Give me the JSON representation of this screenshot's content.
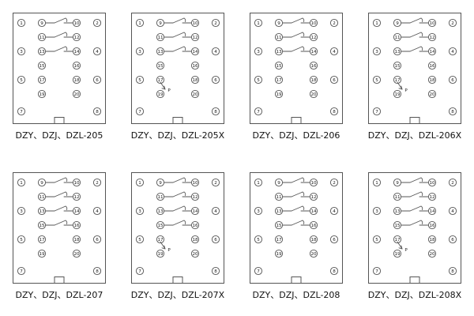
{
  "sheet": {
    "background": "#ffffff",
    "line_color": "#555555",
    "text_color": "#111111"
  },
  "layout": {
    "rows": [
      {
        "left_outer": "1",
        "left_inner": "9",
        "right_inner": "10",
        "right_outer": "2"
      },
      {
        "left_inner": "11",
        "right_inner": "12"
      },
      {
        "left_outer": "3",
        "left_inner": "13",
        "right_inner": "14",
        "right_outer": "4"
      },
      {
        "left_inner": "15",
        "right_inner": "16"
      },
      {
        "left_outer": "5",
        "left_inner": "17",
        "right_inner": "18",
        "right_outer": "6"
      },
      {
        "left_inner": "19",
        "right_inner": "20"
      },
      {
        "left_outer": "7",
        "right_outer": "8"
      }
    ],
    "marker_label": "P"
  },
  "panels": [
    {
      "id": "dzl-205",
      "label": "DZY、DZJ、DZL-205",
      "contact_rows": [
        0,
        1,
        2
      ],
      "marker": false
    },
    {
      "id": "dzl-205x",
      "label": "DZY、DZJ、DZL-205X",
      "contact_rows": [
        0,
        1,
        2
      ],
      "marker": true
    },
    {
      "id": "dzl-206",
      "label": "DZY、DZJ、DZL-206",
      "contact_rows": [
        0,
        1,
        2
      ],
      "marker": false
    },
    {
      "id": "dzl-206x",
      "label": "DZY、DZJ、DZL-206X",
      "contact_rows": [
        0,
        1,
        2
      ],
      "marker": true
    },
    {
      "id": "dzl-207",
      "label": "DZY、DZJ、DZL-207",
      "contact_rows": [
        0,
        1,
        2,
        3
      ],
      "marker": false
    },
    {
      "id": "dzl-207x",
      "label": "DZY、DZJ、DZL-207X",
      "contact_rows": [
        0,
        1,
        2,
        3
      ],
      "marker": true
    },
    {
      "id": "dzl-208",
      "label": "DZY、DZJ、DZL-208",
      "contact_rows": [
        0,
        1,
        2,
        3
      ],
      "marker": false
    },
    {
      "id": "dzl-208x",
      "label": "DZY、DZJ、DZL-208X",
      "contact_rows": [
        0,
        1,
        2,
        3
      ],
      "marker": true
    }
  ]
}
